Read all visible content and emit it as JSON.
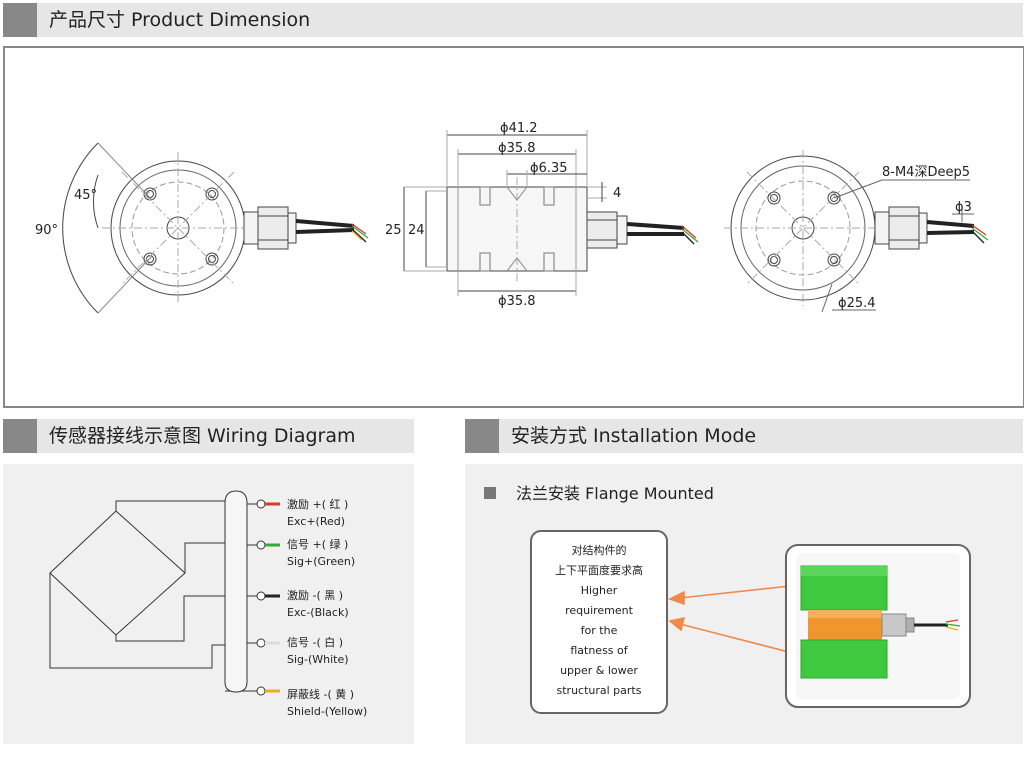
{
  "sections": {
    "dimension_title": "产品尺寸 Product Dimension",
    "wiring_title": "传感器接线示意图 Wiring Diagram",
    "install_title": "安装方式 Installation Mode"
  },
  "dimension": {
    "angle_45": "45°",
    "angle_90": "90°",
    "d_41_2": "ϕ41.2",
    "d_35_8_top": "ϕ35.8",
    "d_6_35": "ϕ6.35",
    "h_4": "4",
    "h_25": "25",
    "h_24": "24",
    "d_35_8_bottom": "ϕ35.8",
    "thread": "8-M4深Deep5",
    "d_3": "ϕ3",
    "d_25_4": "ϕ25.4"
  },
  "wiring": {
    "wires": [
      {
        "cn": "激励 +( 红 )",
        "en": "Exc+(Red)",
        "color": "#d23a2a"
      },
      {
        "cn": "信号 +( 绿 )",
        "en": "Sig+(Green)",
        "color": "#3aa83a"
      },
      {
        "cn": "激励 -( 黑 )",
        "en": "Exc-(Black)",
        "color": "#222222"
      },
      {
        "cn": "信号 -( 白 )",
        "en": "Sig-(White)",
        "color": "#dddddd"
      },
      {
        "cn": "屏蔽线 -( 黄 )",
        "en": "Shield-(Yellow)",
        "color": "#e8b020"
      }
    ]
  },
  "install": {
    "mode": "法兰安装 Flange Mounted",
    "callout": [
      "对结构件的",
      "上下平面度要求高",
      "Higher",
      "requirement",
      "for the",
      "flatness of",
      "upper & lower",
      "structural parts"
    ]
  },
  "colors": {
    "header_bg": "#e6e6e6",
    "header_square": "#888888",
    "panel_bg": "#f0f0f0",
    "arrow": "#f08a4b",
    "flange": "#3ec93e",
    "sensor_body": "#f0962d"
  }
}
